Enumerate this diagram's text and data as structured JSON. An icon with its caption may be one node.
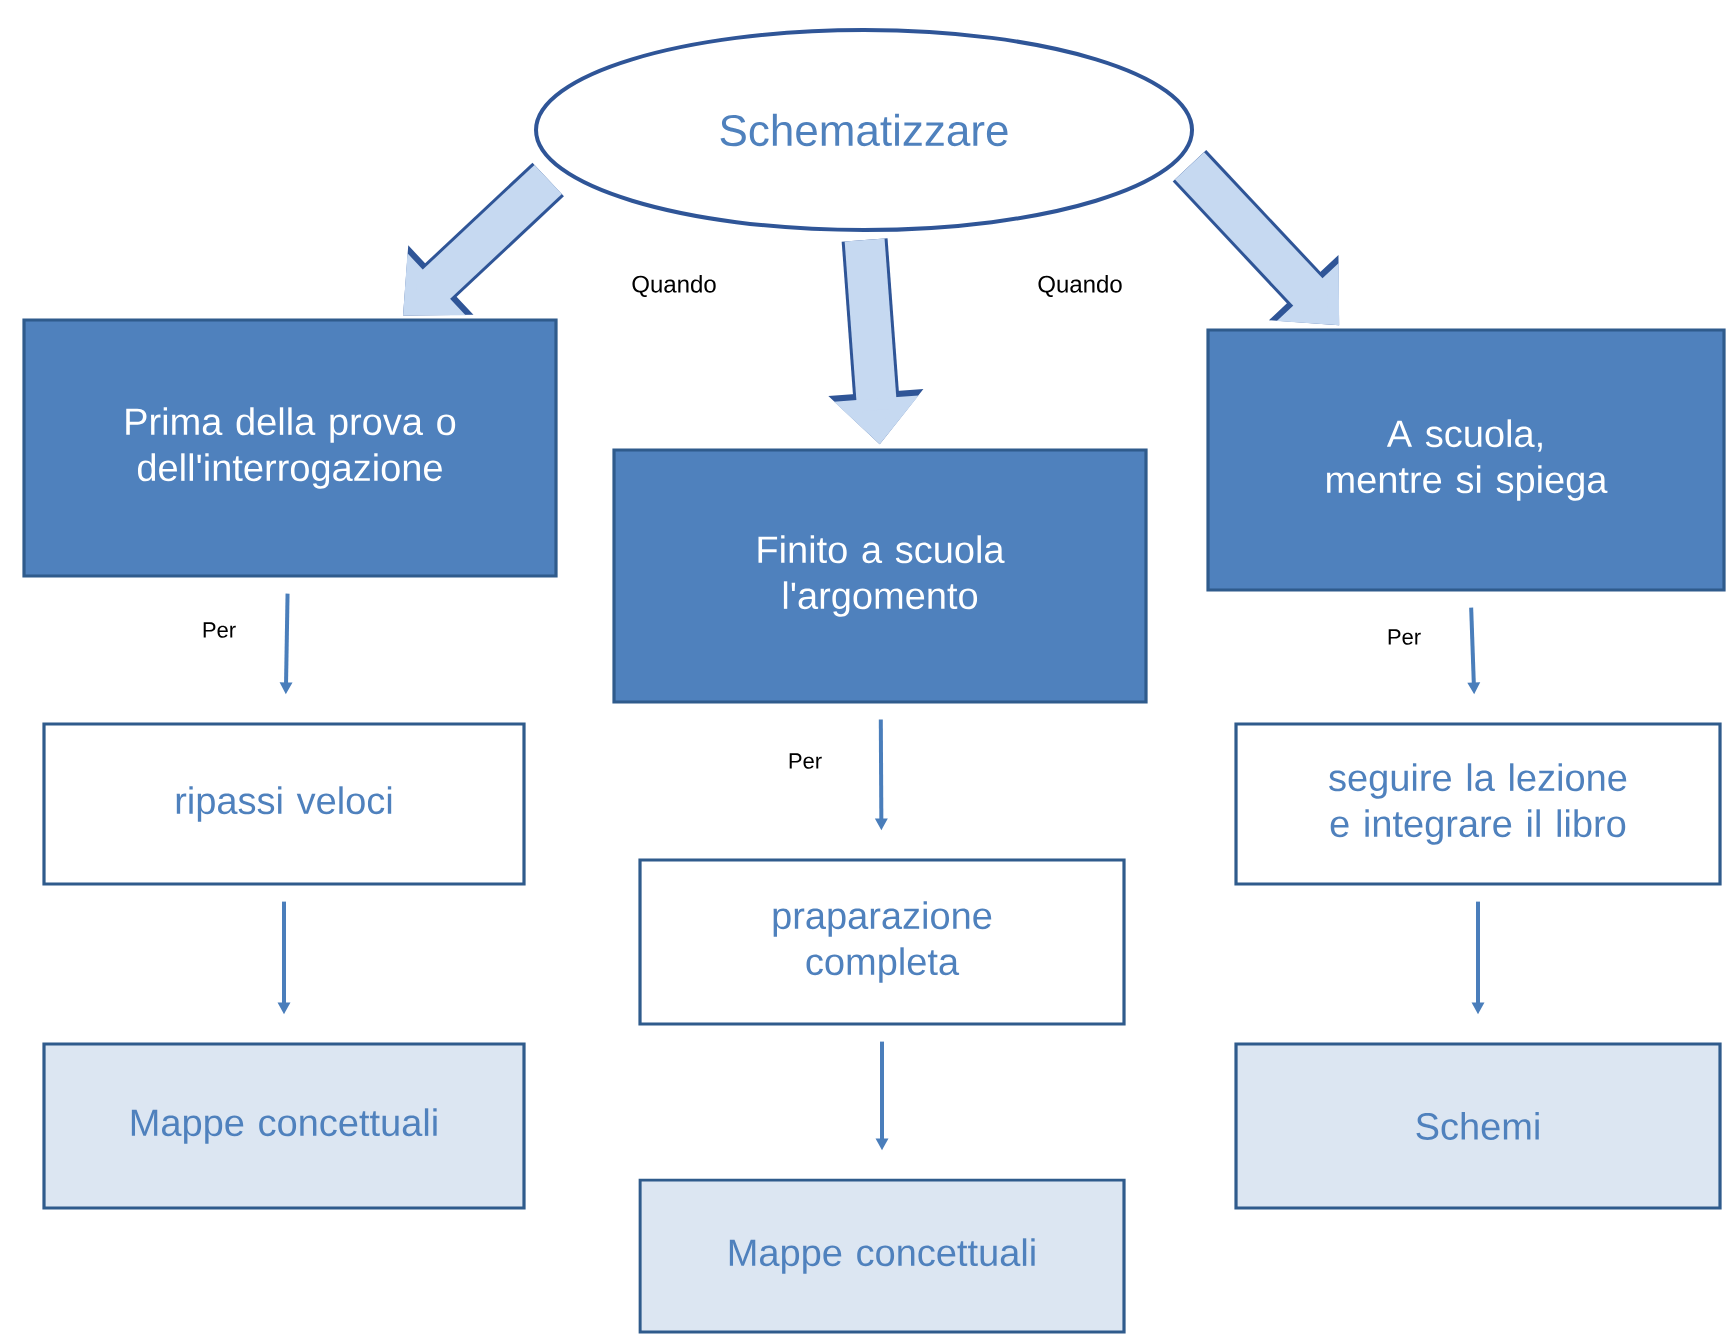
{
  "diagram": {
    "nodes": [
      {
        "text": [
          "Schematizzare"
        ]
      },
      {
        "text": [
          "Prima della prova o dell'interrogazione"
        ]
      },
      {
        "text": [
          "Finito a scuola l'argomento"
        ]
      },
      {
        "text": [
          "A scuola, mentre si spiega"
        ]
      },
      {
        "text": [
          "ripassi veloci"
        ]
      },
      {
        "text": [
          "praparazione completa"
        ]
      },
      {
        "text": [
          "seguire la lezione e integrare il libro"
        ]
      },
      {
        "text": [
          "Mappe concettuali"
        ]
      },
      {
        "text": [
          "Mappe concettuali"
        ]
      },
      {
        "text": [
          "Schemi"
        ]
      }
    ],
    "edges": [
      {
        "from": 0,
        "to": 1,
        "arrow": "to",
        "style": "thick",
        "color": "#c6d9f1"
      },
      {
        "from": 0,
        "to": 2,
        "arrow": "to",
        "style": "thick",
        "color": "#c6d9f1"
      },
      {
        "from": 0,
        "to": 3,
        "arrow": "to",
        "style": "thick",
        "color": "#c6d9f1"
      },
      {
        "from": 1,
        "to": 4,
        "arrow": "to",
        "label": "Per"
      },
      {
        "from": 2,
        "to": 5,
        "arrow": "to",
        "label": "Per"
      },
      {
        "from": 3,
        "to": 6,
        "arrow": "to",
        "label": "Per"
      },
      {
        "from": 4,
        "to": 7,
        "arrow": "to"
      },
      {
        "from": 5,
        "to": 8,
        "arrow": "to"
      },
      {
        "from": 6,
        "to": 9,
        "arrow": "to"
      }
    ],
    "labels": [
      "Quando",
      "Quando"
    ]
  }
}
